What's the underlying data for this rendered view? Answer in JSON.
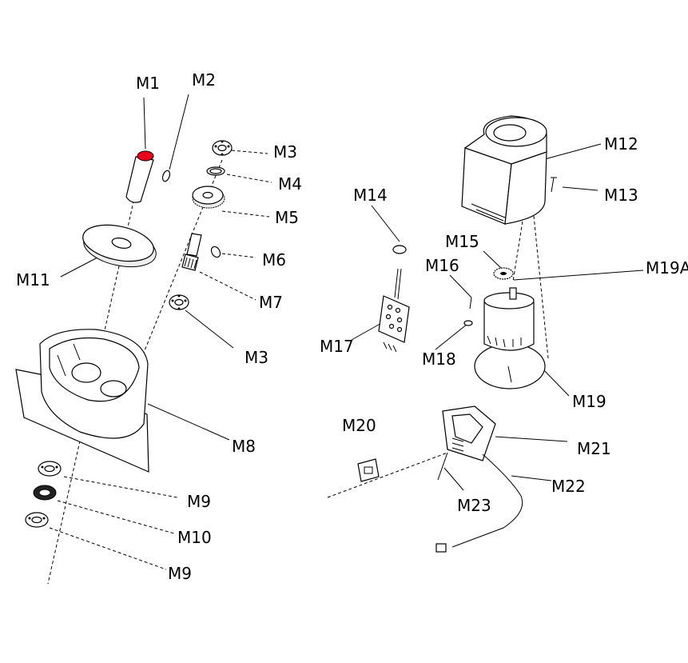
{
  "diagram": {
    "labels": [
      {
        "id": "M1",
        "text": "M1"
      },
      {
        "id": "M2",
        "text": "M2"
      },
      {
        "id": "M3a",
        "text": "M3"
      },
      {
        "id": "M4",
        "text": "M4"
      },
      {
        "id": "M5",
        "text": "M5"
      },
      {
        "id": "M6",
        "text": "M6"
      },
      {
        "id": "M7",
        "text": "M7"
      },
      {
        "id": "M3b",
        "text": "M3"
      },
      {
        "id": "M8",
        "text": "M8"
      },
      {
        "id": "M9a",
        "text": "M9"
      },
      {
        "id": "M10",
        "text": "M10"
      },
      {
        "id": "M9b",
        "text": "M9"
      },
      {
        "id": "M11",
        "text": "M11"
      },
      {
        "id": "M12",
        "text": "M12"
      },
      {
        "id": "M13",
        "text": "M13"
      },
      {
        "id": "M14",
        "text": "M14"
      },
      {
        "id": "M15",
        "text": "M15"
      },
      {
        "id": "M16",
        "text": "M16"
      },
      {
        "id": "M17",
        "text": "M17"
      },
      {
        "id": "M18",
        "text": "M18"
      },
      {
        "id": "M19A",
        "text": "M19A"
      },
      {
        "id": "M19",
        "text": "M19"
      },
      {
        "id": "M20",
        "text": "M20"
      },
      {
        "id": "M21",
        "text": "M21"
      },
      {
        "id": "M22",
        "text": "M22"
      },
      {
        "id": "M23",
        "text": "M23"
      }
    ],
    "highlight_color": "#e8001c"
  }
}
